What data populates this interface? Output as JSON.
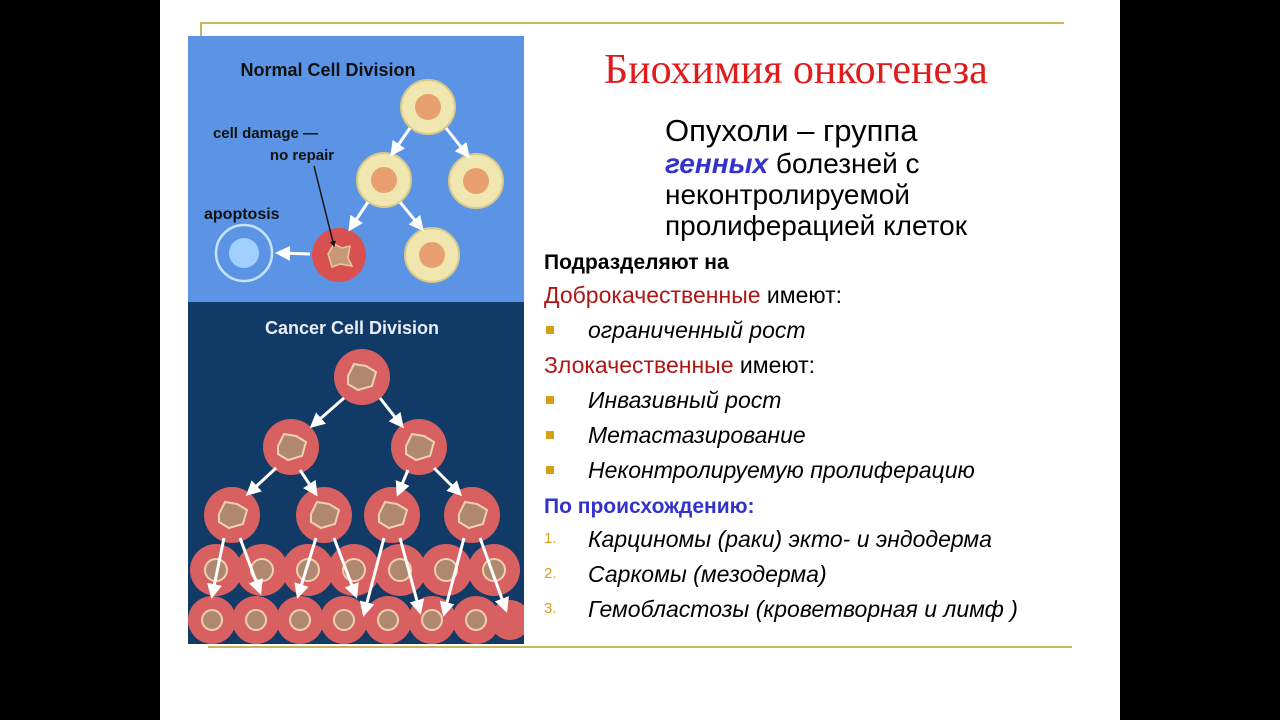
{
  "slide": {
    "title": "Биохимия онкогенеза",
    "definition": {
      "line1": "Опухоли – группа",
      "emph": "генных",
      "rest_line2": " болезней с",
      "line3": "неконтролируемой",
      "line4": "пролиферацией клеток"
    },
    "subdivide_heading": "Подразделяют на",
    "benign": {
      "label": "Доброкачественные",
      "suffix": " имеют:",
      "items": [
        "ограниченный рост"
      ]
    },
    "malignant": {
      "label": "Злокачественные",
      "suffix": " имеют:",
      "items": [
        "Инвазивный рост",
        "Метастазирование",
        "Неконтролируемую пролиферацию"
      ]
    },
    "origin": {
      "heading": "По происхождению:",
      "items": [
        {
          "num": "1.",
          "text": "Карциномы (раки) экто- и эндодерма"
        },
        {
          "num": "2.",
          "text": "Саркомы (мезодерма)"
        },
        {
          "num": "3.",
          "text": "Гемобластозы (кроветворная и лимф )"
        }
      ]
    }
  },
  "figure": {
    "normal_title": "Normal Cell Division",
    "damage_label_1": "cell damage —",
    "damage_label_2": "no repair",
    "apoptosis_label": "apoptosis",
    "cancer_title": "Cancer Cell Division"
  },
  "colors": {
    "title_red": "#e01b1b",
    "label_red": "#b01515",
    "origin_blue": "#3333cc",
    "bullet_gold": "#d4a017",
    "normal_panel": "#5b94e4",
    "cancer_panel": "#123a66"
  }
}
